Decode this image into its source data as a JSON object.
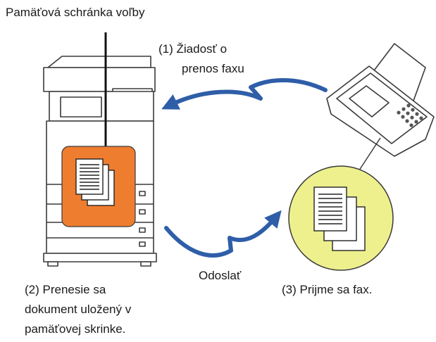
{
  "title": "Pamäťová schránka voľby",
  "step1": {
    "line1": "(1) Žiadosť o",
    "line2": "prenos faxu"
  },
  "send_label": "Odoslať",
  "step2": {
    "line1": "(2) Prenesie sa",
    "line2": "dokument uložený v",
    "line3": "pamäťovej skrinke."
  },
  "step3": "(3) Prijme sa fax.",
  "colors": {
    "memory_box": "#ef7d2f",
    "received_circle": "#eef08e",
    "arrow": "#2f5ea8",
    "outline": "#3a3a3a"
  }
}
